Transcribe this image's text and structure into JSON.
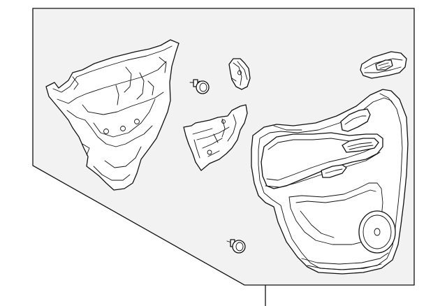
{
  "diagram": {
    "background": "#ffffff",
    "panel_fill": "#f2f2f2",
    "line_color": "#111111",
    "parts": [
      {
        "name": "door-trim-panel",
        "icon": "door-trim-panel-icon"
      },
      {
        "name": "sound-insulator",
        "icon": "insulator-icon"
      },
      {
        "name": "water-deflector",
        "icon": "deflector-icon"
      },
      {
        "name": "bracket",
        "icon": "bracket-icon"
      },
      {
        "name": "window-switch-bezel",
        "icon": "switch-bezel-icon"
      },
      {
        "name": "fastener-upper",
        "icon": "push-pin-icon"
      },
      {
        "name": "fastener-lower",
        "icon": "push-pin-icon"
      }
    ]
  }
}
